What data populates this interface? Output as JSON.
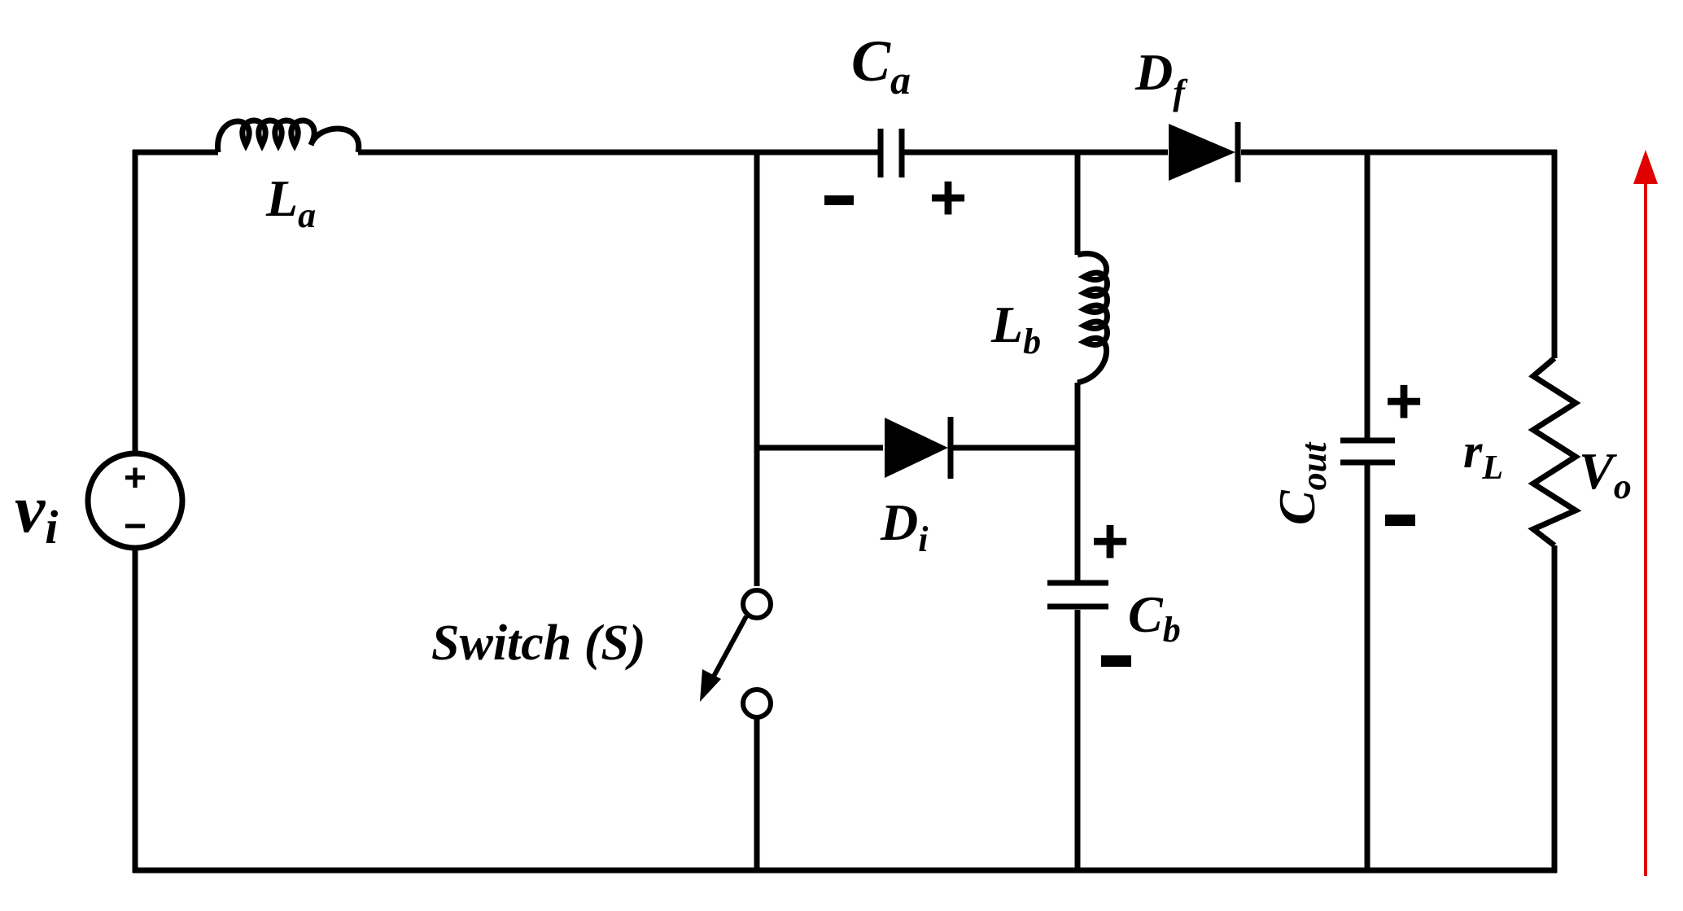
{
  "diagram": {
    "colors": {
      "wire": "#000000",
      "output_arrow": "#e00000",
      "background": "#ffffff"
    },
    "labels": {
      "source_main": "v",
      "source_sub": "i",
      "inductor_a_main": "L",
      "inductor_a_sub": "a",
      "inductor_b_main": "L",
      "inductor_b_sub": "b",
      "cap_a_main": "C",
      "cap_a_sub": "a",
      "cap_b_main": "C",
      "cap_b_sub": "b",
      "cap_out_main": "C",
      "cap_out_sub": "out",
      "diode_f_main": "D",
      "diode_f_sub": "f",
      "diode_i_main": "D",
      "diode_i_sub": "i",
      "resistor_main": "r",
      "resistor_sub": "L",
      "output_main": "V",
      "output_sub": "o",
      "switch": "Switch (S)"
    },
    "polarity": {
      "source_plus": "+",
      "source_minus": "−",
      "cap_a_minus": "-",
      "cap_a_plus": "+",
      "cap_b_plus": "+",
      "cap_b_minus": "-",
      "cap_out_plus": "+",
      "cap_out_minus": "-"
    }
  }
}
